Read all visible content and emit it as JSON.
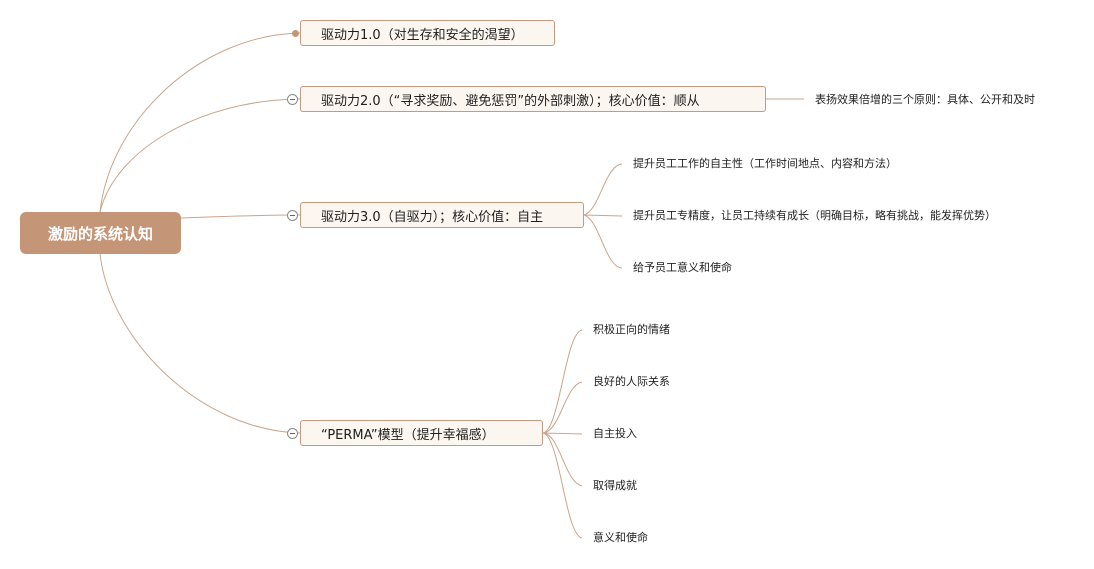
{
  "root": {
    "label": "激励的系统认知"
  },
  "topics": {
    "drive1": {
      "label": "驱动力1.0（对生存和安全的渴望）"
    },
    "drive2": {
      "label": "驱动力2.0（“寻求奖励、避免惩罚”的外部刺激）；核心价值：顺从",
      "children": [
        "表扬效果倍增的三个原则：具体、公开和及时"
      ]
    },
    "drive3": {
      "label": "驱动力3.0（自驱力）；核心价值：自主",
      "children": [
        "提升员工工作的自主性（工作时间地点、内容和方法）",
        "提升员工专精度，让员工持续有成长（明确目标，略有挑战，能发挥优势）",
        "给予员工意义和使命"
      ]
    },
    "perma": {
      "label": "“PERMA”模型（提升幸福感）",
      "children": [
        "积极正向的情绪",
        "良好的人际关系",
        "自主投入",
        "取得成就",
        "意义和使命"
      ]
    }
  },
  "colors": {
    "root_fill": "#c49576",
    "topic_fill": "#fbf6ef",
    "link": "#c9a58d"
  }
}
